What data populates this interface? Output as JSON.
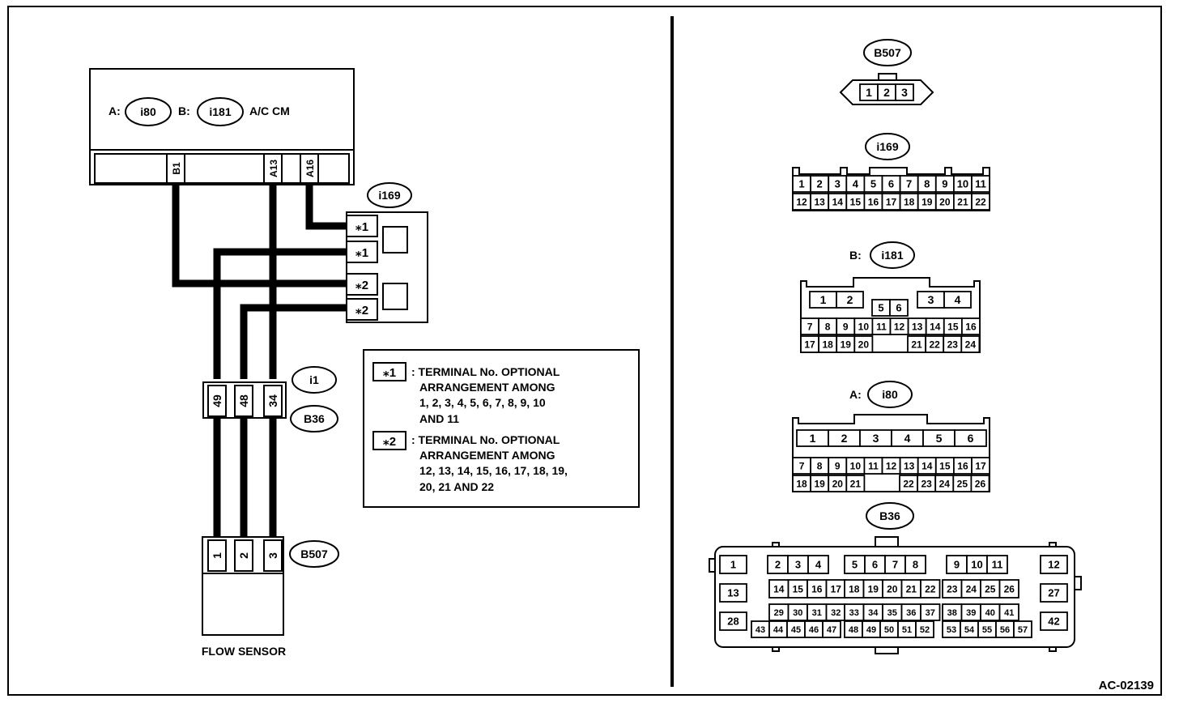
{
  "figure_id": "AC-02139",
  "module": {
    "name": "A/C CM",
    "connector_a_prefix": "A:",
    "connector_a": "i80",
    "connector_b_prefix": "B:",
    "connector_b": "i181",
    "pins": [
      "B1",
      "A13",
      "A16"
    ]
  },
  "joint_connector": {
    "label": "i169",
    "terminals": [
      "⁎1",
      "⁎1",
      "⁎2",
      "⁎2"
    ]
  },
  "inline_connector": {
    "label_top": "i1",
    "label_bottom": "B36",
    "pins": [
      "49",
      "48",
      "34"
    ]
  },
  "sensor": {
    "connector": "B507",
    "pins": [
      "1",
      "2",
      "3"
    ],
    "name": "FLOW SENSOR"
  },
  "notes": [
    {
      "key": "⁎1",
      "lines": [
        ": TERMINAL No. OPTIONAL",
        "ARRANGEMENT AMONG",
        "1, 2, 3, 4, 5, 6, 7, 8, 9, 10",
        "AND 11"
      ]
    },
    {
      "key": "⁎2",
      "lines": [
        ": TERMINAL No. OPTIONAL",
        "ARRANGEMENT AMONG",
        "12, 13, 14, 15, 16, 17, 18, 19,",
        "20, 21 AND 22"
      ]
    }
  ],
  "connector_views": {
    "b507": {
      "label": "B507",
      "pins": [
        "1",
        "2",
        "3"
      ]
    },
    "i169": {
      "label": "i169",
      "row1": [
        "1",
        "2",
        "3",
        "4",
        "5",
        "6",
        "7",
        "8",
        "9",
        "10",
        "11"
      ],
      "row2": [
        "12",
        "13",
        "14",
        "15",
        "16",
        "17",
        "18",
        "19",
        "20",
        "21",
        "22"
      ]
    },
    "i181": {
      "prefix": "B:",
      "label": "i181",
      "top_left": [
        "1",
        "2"
      ],
      "top_right": [
        "3",
        "4"
      ],
      "mid": [
        "5",
        "6"
      ],
      "row2": [
        "7",
        "8",
        "9",
        "10",
        "11",
        "12",
        "13",
        "14",
        "15",
        "16"
      ],
      "row3_left": [
        "17",
        "18",
        "19",
        "20"
      ],
      "row3_right": [
        "21",
        "22",
        "23",
        "24"
      ]
    },
    "i80": {
      "prefix": "A:",
      "label": "i80",
      "row1": [
        "1",
        "2",
        "3",
        "4",
        "5",
        "6"
      ],
      "row2": [
        "7",
        "8",
        "9",
        "10",
        "11",
        "12",
        "13",
        "14",
        "15",
        "16",
        "17"
      ],
      "row3_left": [
        "18",
        "19",
        "20",
        "21"
      ],
      "row3_right": [
        "22",
        "23",
        "24",
        "25",
        "26"
      ]
    },
    "b36": {
      "label": "B36",
      "side_left": [
        "1",
        "13",
        "28"
      ],
      "side_right": [
        "12",
        "27",
        "42"
      ],
      "r1_groups": [
        [
          "2",
          "3",
          "4"
        ],
        [
          "5",
          "6",
          "7",
          "8"
        ],
        [
          "9",
          "10",
          "11"
        ]
      ],
      "r2_groups": [
        [
          "14",
          "15",
          "16",
          "17"
        ],
        [
          "18",
          "19",
          "20",
          "21",
          "22"
        ],
        [
          "23",
          "24",
          "25",
          "26"
        ]
      ],
      "r3_groups": [
        [
          "29",
          "30",
          "31",
          "32"
        ],
        [
          "33",
          "34",
          "35",
          "36",
          "37"
        ],
        [
          "38",
          "39",
          "40",
          "41"
        ]
      ],
      "r4_groups": [
        [
          "43",
          "44",
          "45",
          "46",
          "47"
        ],
        [
          "48",
          "49",
          "50",
          "51",
          "52"
        ],
        [
          "53",
          "54",
          "55",
          "56",
          "57"
        ]
      ]
    }
  }
}
